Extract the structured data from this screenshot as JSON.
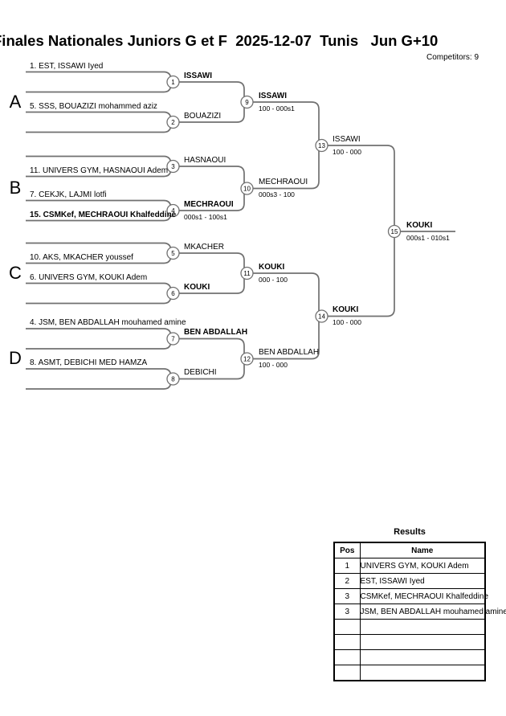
{
  "header": {
    "title": "Finales Nationales Juniors G et F  2025-12-07  Tunis   Jun G+10",
    "competitors": "Competitors: 9"
  },
  "sections": [
    "A",
    "B",
    "C",
    "D"
  ],
  "bracket": {
    "round1": [
      {
        "number": "1",
        "top": "1. EST, ISSAWI Iyed",
        "bottom": "",
        "winner": "ISSAWI",
        "winner_bold": true,
        "score": ""
      },
      {
        "number": "2",
        "top": "5. SSS, BOUAZIZI mohammed aziz",
        "bottom": "",
        "winner": "BOUAZIZI",
        "winner_bold": false,
        "score": ""
      },
      {
        "number": "3",
        "top": "",
        "bottom": "11. UNIVERS GYM, HASNAOUI Adem",
        "winner": "HASNAOUI",
        "winner_bold": false,
        "score": ""
      },
      {
        "number": "4",
        "top": "7. CEKJK, LAJMI lotfi",
        "bottom": "15. CSMKef, MECHRAOUI Khalfeddine",
        "bottom_bold": true,
        "winner": "MECHRAOUI",
        "winner_bold": true,
        "score": "000s1 - 100s1"
      },
      {
        "number": "5",
        "top": "",
        "bottom": "10. AKS, MKACHER youssef",
        "winner": "MKACHER",
        "winner_bold": false,
        "score": ""
      },
      {
        "number": "6",
        "top": "6. UNIVERS GYM, KOUKI Adem",
        "bottom": "",
        "winner": "KOUKI",
        "winner_bold": true,
        "score": ""
      },
      {
        "number": "7",
        "top": "4. JSM, BEN ABDALLAH mouhamed amine",
        "bottom": "",
        "winner": "BEN ABDALLAH",
        "winner_bold": true,
        "score": ""
      },
      {
        "number": "8",
        "top": "8. ASMT, DEBICHI MED HAMZA",
        "bottom": "",
        "winner": "DEBICHI",
        "winner_bold": false,
        "score": ""
      }
    ],
    "round2": [
      {
        "number": "9",
        "winner": "ISSAWI",
        "winner_bold": true,
        "score": "100 - 000s1"
      },
      {
        "number": "10",
        "winner": "MECHRAOUI",
        "winner_bold": false,
        "score": "000s3 - 100"
      },
      {
        "number": "11",
        "winner": "KOUKI",
        "winner_bold": true,
        "score": "000 - 100"
      },
      {
        "number": "12",
        "winner": "BEN ABDALLAH",
        "winner_bold": false,
        "score": "100 - 000"
      }
    ],
    "round3": [
      {
        "number": "13",
        "winner": "ISSAWI",
        "winner_bold": false,
        "score": "100 - 000"
      },
      {
        "number": "14",
        "winner": "KOUKI",
        "winner_bold": true,
        "score": "100 - 000"
      }
    ],
    "final": {
      "number": "15",
      "winner": "KOUKI",
      "winner_bold": true,
      "score": "000s1 - 010s1"
    }
  },
  "results": {
    "title": "Results",
    "columns": [
      "Pos",
      "Name"
    ],
    "rows": [
      [
        "1",
        "UNIVERS GYM, KOUKI Adem"
      ],
      [
        "2",
        "EST, ISSAWI Iyed"
      ],
      [
        "3",
        "CSMKef, MECHRAOUI Khalfeddine"
      ],
      [
        "3",
        "JSM, BEN ABDALLAH mouhamed amine"
      ],
      [
        "",
        ""
      ],
      [
        "",
        ""
      ],
      [
        "",
        ""
      ],
      [
        "",
        ""
      ]
    ]
  },
  "colors": {
    "line": "#707070",
    "text": "#000000",
    "background": "#ffffff"
  }
}
